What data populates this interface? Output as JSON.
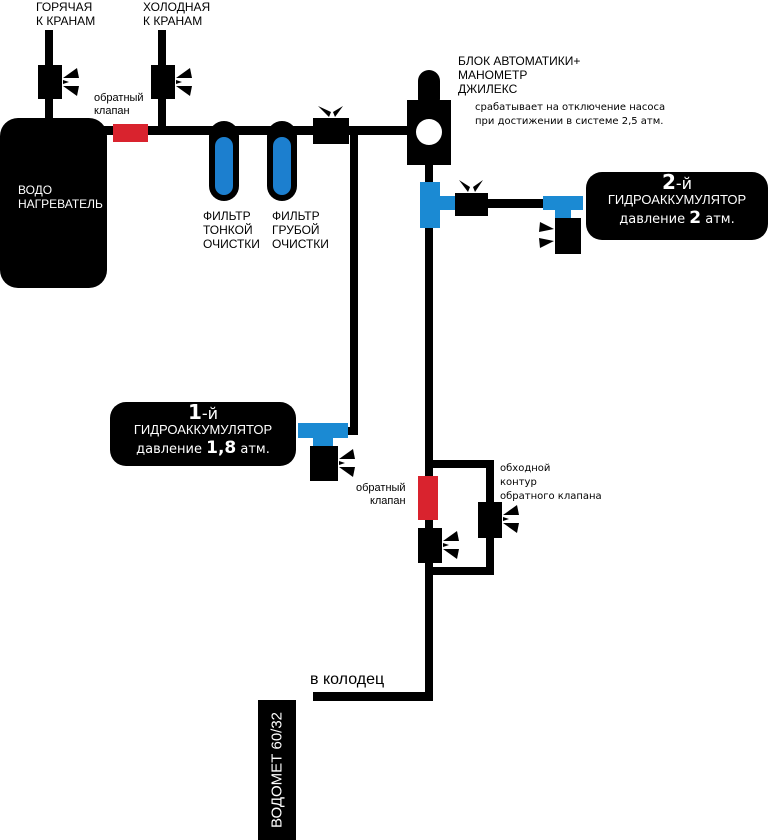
{
  "colors": {
    "pipe": "#000000",
    "check_valve": "#d9232e",
    "tee_fitting": "#1b8ad3",
    "filter_core": "#1c7fcf",
    "background": "#ffffff"
  },
  "labels": {
    "hot_to_taps": [
      "ГОРЯЧАЯ",
      "К КРАНАМ"
    ],
    "cold_to_taps": [
      "ХОЛОДНАЯ",
      "К КРАНАМ"
    ],
    "check_valve_top": [
      "обратный",
      "клапан"
    ],
    "water_heater": [
      "ВОДО",
      "НАГРЕВАТЕЛЬ"
    ],
    "fine_filter": [
      "ФИЛЬТР",
      "ТОНКОЙ",
      "ОЧИСТКИ"
    ],
    "coarse_filter": [
      "ФИЛЬТР",
      "ГРУБОЙ",
      "ОЧИСТКИ"
    ],
    "automation_block": [
      "БЛОК АВТОМАТИКИ+",
      "МАНОМЕТР",
      "ДЖИЛЕКС"
    ],
    "automation_note": [
      "срабатывает на отключение насоса",
      "при достижении в системе 2,5 атм."
    ],
    "check_valve_bottom": [
      "обратный",
      "клапан"
    ],
    "bypass": [
      "обходной",
      "контур",
      "обратного клапана"
    ],
    "to_well": "в колодец",
    "pump": "ВОДОМЕТ 60/32"
  },
  "accumulator_1": {
    "number": "1",
    "suffix": "-й",
    "name": "ГИДРОАККУМУЛЯТОР",
    "pressure_prefix": "давление",
    "pressure_value": "1,8",
    "pressure_unit": "атм."
  },
  "accumulator_2": {
    "number": "2",
    "suffix": "-й",
    "name": "ГИДРОАККУМУЛЯТОР",
    "pressure_prefix": "давление",
    "pressure_value": "2",
    "pressure_unit": "атм."
  }
}
